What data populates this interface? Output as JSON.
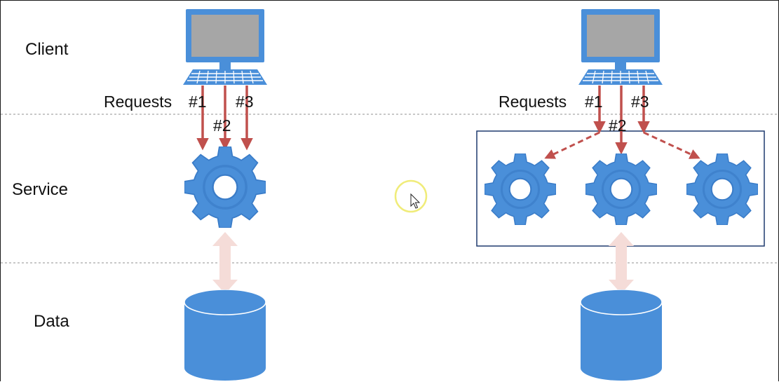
{
  "tiers": {
    "client": "Client",
    "service": "Service",
    "data": "Data"
  },
  "left_diagram": {
    "requests_label": "Requests",
    "request_1": "#1",
    "request_2": "#2",
    "request_3": "#3"
  },
  "right_diagram": {
    "requests_label": "Requests",
    "request_1": "#1",
    "request_2": "#2",
    "request_3": "#3"
  },
  "colors": {
    "blue": "#4a8fd9",
    "blue_dark": "#3878c4",
    "screen_gray": "#a6a6a6",
    "arrow_red": "#c0504d",
    "data_link_pink": "#f5dcd8",
    "divider": "#c8c8c8",
    "cluster_border": "#1f3a6e",
    "cursor_ring": "#f0ec7a"
  },
  "icons": [
    "laptop-icon",
    "gear-icon",
    "database-icon",
    "mouse-cursor-icon"
  ]
}
